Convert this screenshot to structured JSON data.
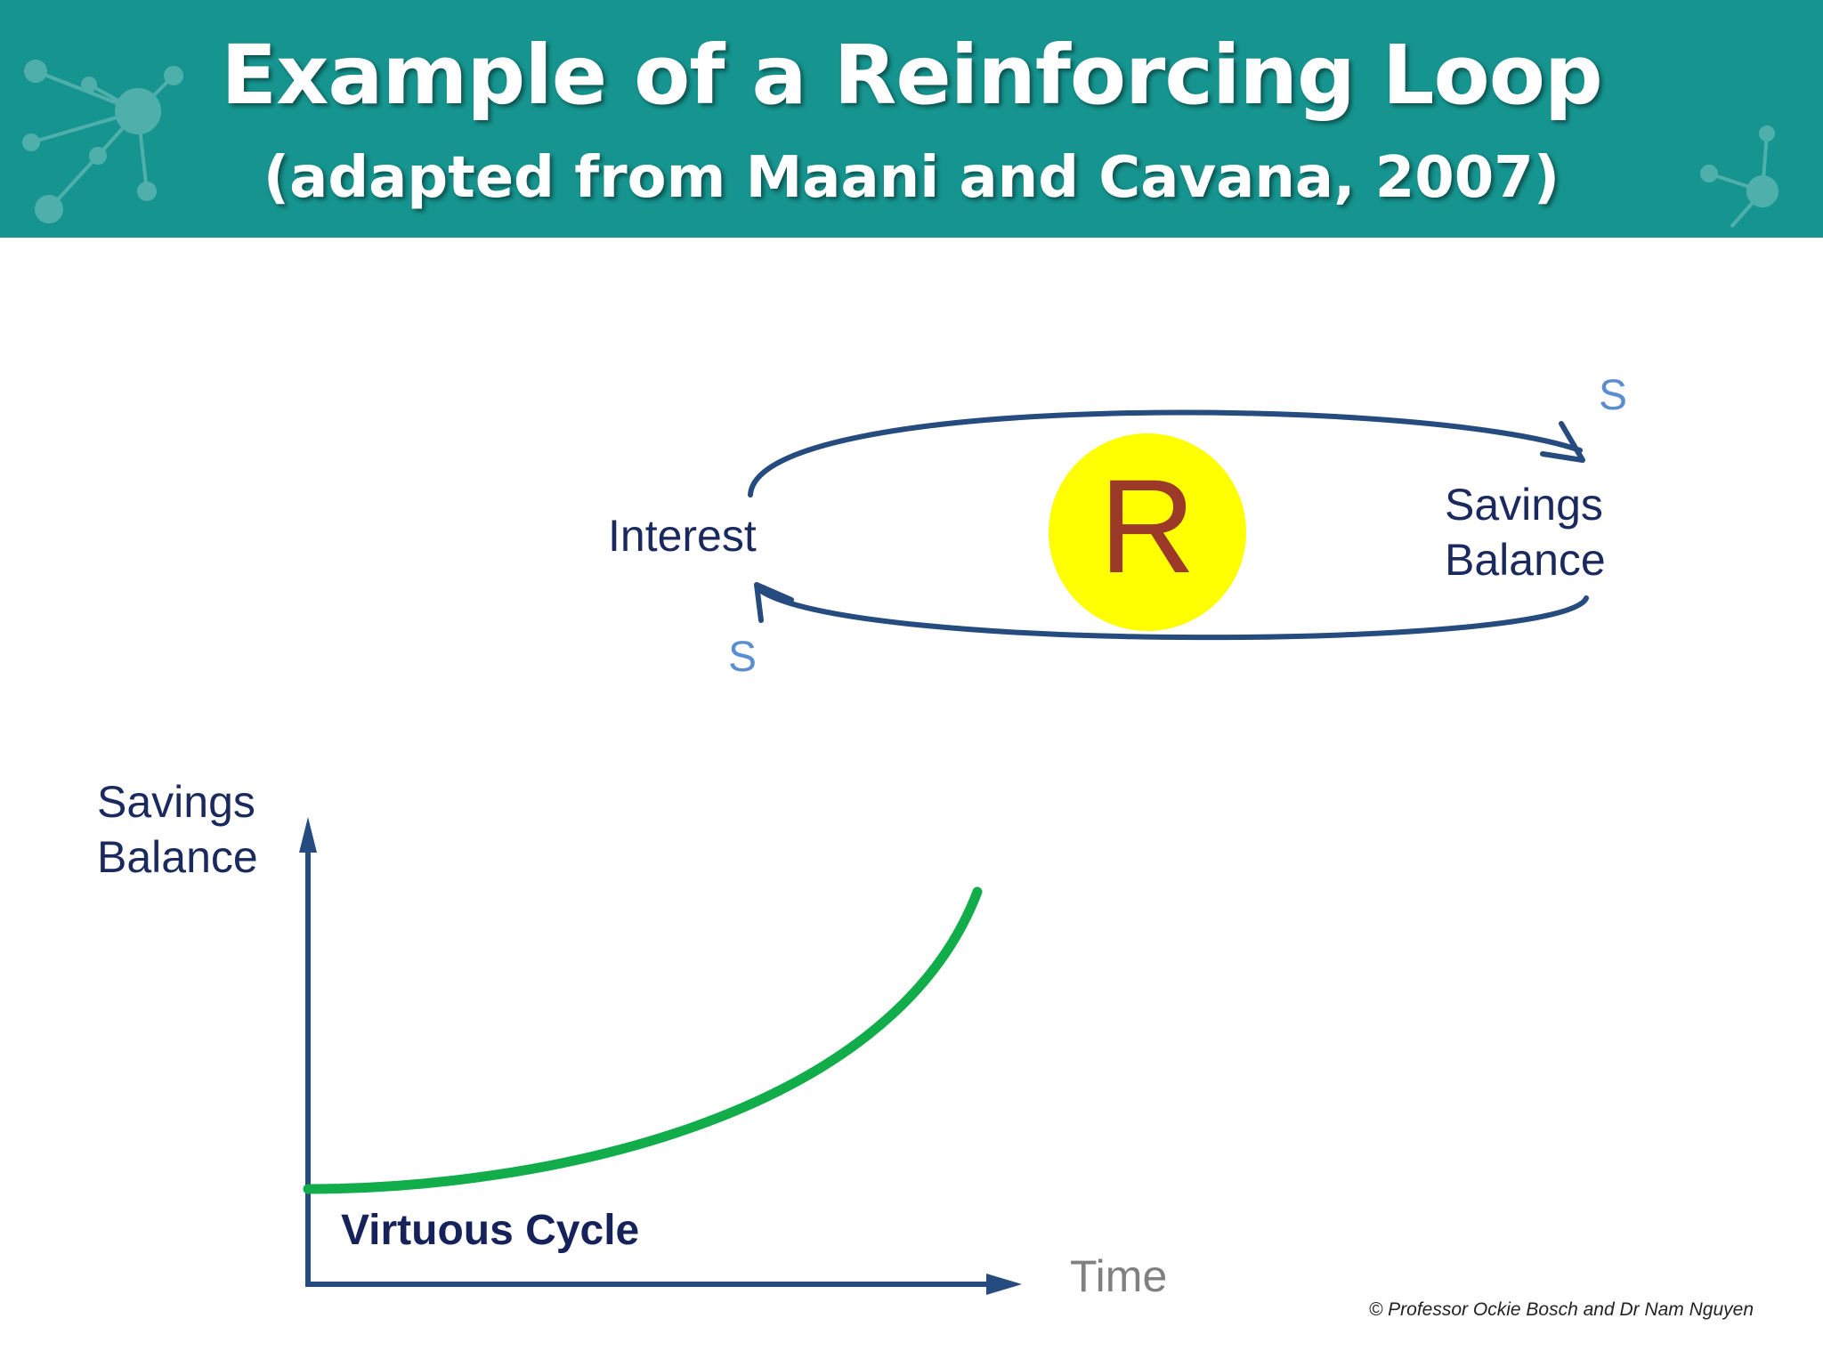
{
  "header": {
    "title": "Example of a Reinforcing Loop",
    "subtitle": "(adapted from Maani and Cavana, 2007)",
    "background_color": "#16948f",
    "decoration": "network-nodes-icon"
  },
  "loop": {
    "nodes": {
      "interest": "Interest",
      "savings_line1": "Savings",
      "savings_line2": "Balance"
    },
    "polarity_top": "S",
    "polarity_bottom": "S",
    "center_label": "R",
    "center_color": "#ffff00",
    "arrow_color": "#264b7e"
  },
  "graph": {
    "y_label_line1": "Savings",
    "y_label_line2": "Balance",
    "x_label": "Time",
    "curve_label": "Virtuous Cycle",
    "curve_color": "#12ad4b",
    "axis_color": "#264b7e"
  },
  "footer": {
    "copyright": "© Professor Ockie Bosch and Dr Nam Nguyen"
  }
}
